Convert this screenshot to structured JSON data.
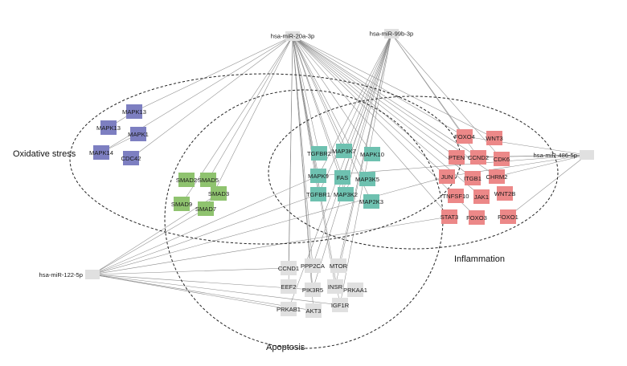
{
  "colors": {
    "oxidative": "#7d7fc1",
    "smad": "#8fc36f",
    "shared": "#6ec1b0",
    "inflammation": "#ec8888",
    "gray": "#e0e0e0",
    "edge": "#8a8a8a"
  },
  "regions": {
    "oxidative_stress": "Oxidative stress",
    "inflammation": "Inflammation",
    "apoptosis": "Apoptosis"
  },
  "mirnas": {
    "mir20a": "hsa-miR-20a-3p",
    "mir99b": "hsa-miR-99b-3p",
    "mir486": "hsa-miR-486-5p",
    "mir122": "hsa-miR-122-5p"
  },
  "genes": {
    "MAPK13a": "MAPK13",
    "MAPK13b": "MAPK13",
    "MAPK1": "MAPK1",
    "MAPK14": "MAPK14",
    "CDC42": "CDC42",
    "SMAD2": "SMAD2",
    "SMAD5": "SMAD5",
    "SMAD3": "SMAD3",
    "SMAD9": "SMAD9",
    "SMAD7": "SMAD7",
    "TGFBR2": "TGFBR2",
    "MAP3K7": "MAP3K7",
    "MAPK10": "MAPK10",
    "MAPK9": "MAPK9",
    "FAS": "FAS",
    "MAP3K5": "MAP3K5",
    "TGFBR1": "TGFBR1",
    "MAP3K2": "MAP3K2",
    "MAP2K3": "MAP2K3",
    "FOXO4": "FOXO4",
    "WNT3": "WNT3",
    "PTEN": "PTEN",
    "CCND2": "CCND2",
    "CDK6": "CDK6",
    "JUN": "JUN",
    "ITGB1": "ITGB1",
    "CHRM2": "CHRM2",
    "TNFSF10": "TNFSF10",
    "JAK1": "JAK1",
    "WNT2B": "WNT2B",
    "STAT3": "STAT3",
    "FOXO3": "FOXO3",
    "FOXO1": "FOXO1",
    "CCND1": "CCND1",
    "PPP2CA": "PPP2CA",
    "MTOR": "MTOR",
    "EEF2": "EEF2",
    "PIK3R5": "PIK3R5",
    "INSR": "INSR",
    "PRKAA1": "PRKAA1",
    "IGF1R": "IGF1R",
    "PRKAB1": "PRKAB1",
    "AKT3": "AKT3"
  }
}
